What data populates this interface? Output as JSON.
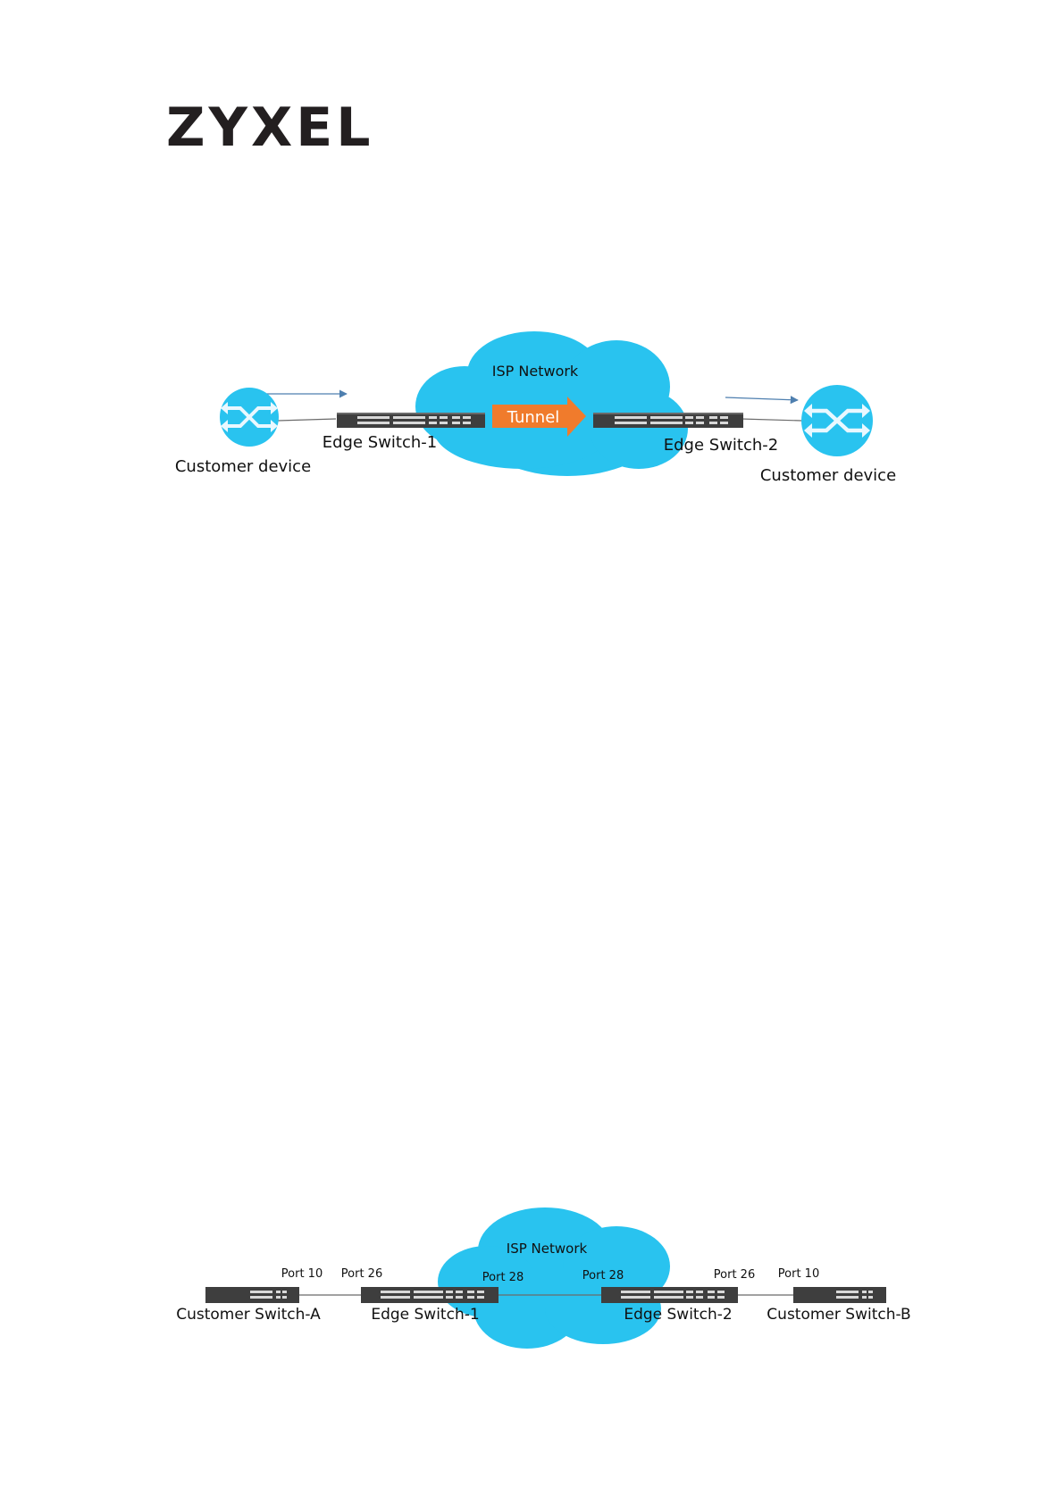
{
  "brand": {
    "logo_text": "ZYXEL"
  },
  "colors": {
    "cloud": "#29C3EF",
    "device": "#29C3EF",
    "tunnel": "#F07B2C",
    "switch_body": "#3E3E3E",
    "switch_port": "#D8D8D8",
    "link": "#6B6B6B",
    "flow_arrow": "#4E7FAF",
    "text": "#111111"
  },
  "icons": {
    "customer_device": "crossed-arrows-switch-icon",
    "switch": "rack-switch-icon"
  },
  "diagram1": {
    "cloud_label": "ISP Network",
    "tunnel_label": "Tunnel",
    "left_device_label": "Customer device",
    "right_device_label": "Customer device",
    "edge_switch_1_label": "Edge Switch-1",
    "edge_switch_2_label": "Edge Switch-2"
  },
  "diagram2": {
    "cloud_label": "ISP Network",
    "customer_switch_a_label": "Customer Switch-A",
    "customer_switch_b_label": "Customer Switch-B",
    "edge_switch_1_label": "Edge Switch-1",
    "edge_switch_2_label": "Edge Switch-2",
    "port_a": "Port 10",
    "port_e1_left": "Port 26",
    "port_e1_right": "Port 28",
    "port_e2_left": "Port 28",
    "port_e2_right": "Port 26",
    "port_b": "Port 10"
  }
}
